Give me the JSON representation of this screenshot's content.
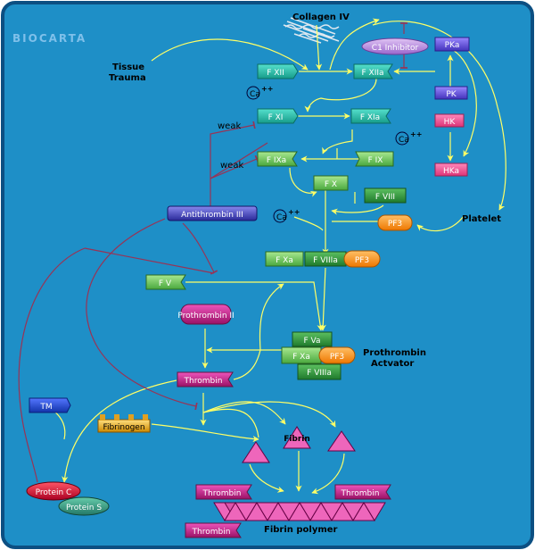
{
  "brand": "BIOCARTA",
  "colors": {
    "background": "#1e8fc7",
    "border": "#0c4f82",
    "arrow": "#ffff66",
    "inhibit": "#993355",
    "teal": "#22bba8",
    "green_light": "#6ecb5e",
    "green_dark": "#2e8f3a",
    "purple": "#6655dd",
    "pink": "#ee5599",
    "magenta": "#bb2288",
    "orange": "#ff9922",
    "navy": "#3333aa",
    "lilac": "#bb88dd"
  },
  "labels": {
    "collagen_iv": "Collagen IV",
    "tissue_trauma_1": "Tissue",
    "tissue_trauma_2": "Trauma",
    "weak_1": "weak",
    "weak_2": "weak",
    "platelet": "Platelet",
    "prothrombin_activator_1": "Prothrombin",
    "prothrombin_activator_2": "Actvator",
    "fibrin_polymer": "Fibrin polymer",
    "ca_1": "Ca",
    "ca_2": "Ca",
    "ca_3": "Ca",
    "ca_sup": "++"
  },
  "nodes": {
    "fxii": "F XII",
    "fxiia": "F XIIa",
    "c1_inhibitor": "C1 Inhibitor",
    "pka": "PKa",
    "pk": "PK",
    "hk": "HK",
    "hka": "HKa",
    "fxi": "F XI",
    "fxia": "F XIa",
    "fixa": "F IXa",
    "fix": "F IX",
    "fx": "F X",
    "fviii": "F VIII",
    "pf3_1": "PF3",
    "antithrombin_iii": "Antithrombin III",
    "fxa_1": "F Xa",
    "fviiia_1": "F VIIIa",
    "pf3_2": "PF3",
    "fv": "F V",
    "prothrombin_ii": "Prothrombin II",
    "fva": "F Va",
    "fxa_2": "F Xa",
    "pf3_3": "PF3",
    "fviiia_2": "F VIIIa",
    "thrombin_1": "Thrombin",
    "tm": "TM",
    "fibrinogen": "Fibrinogen",
    "fibrin": "Fibrin",
    "protein_c": "Protein C",
    "protein_s": "Protein S",
    "thrombin_2": "Thrombin",
    "thrombin_3": "Thrombin",
    "thrombin_4": "Thrombin"
  }
}
